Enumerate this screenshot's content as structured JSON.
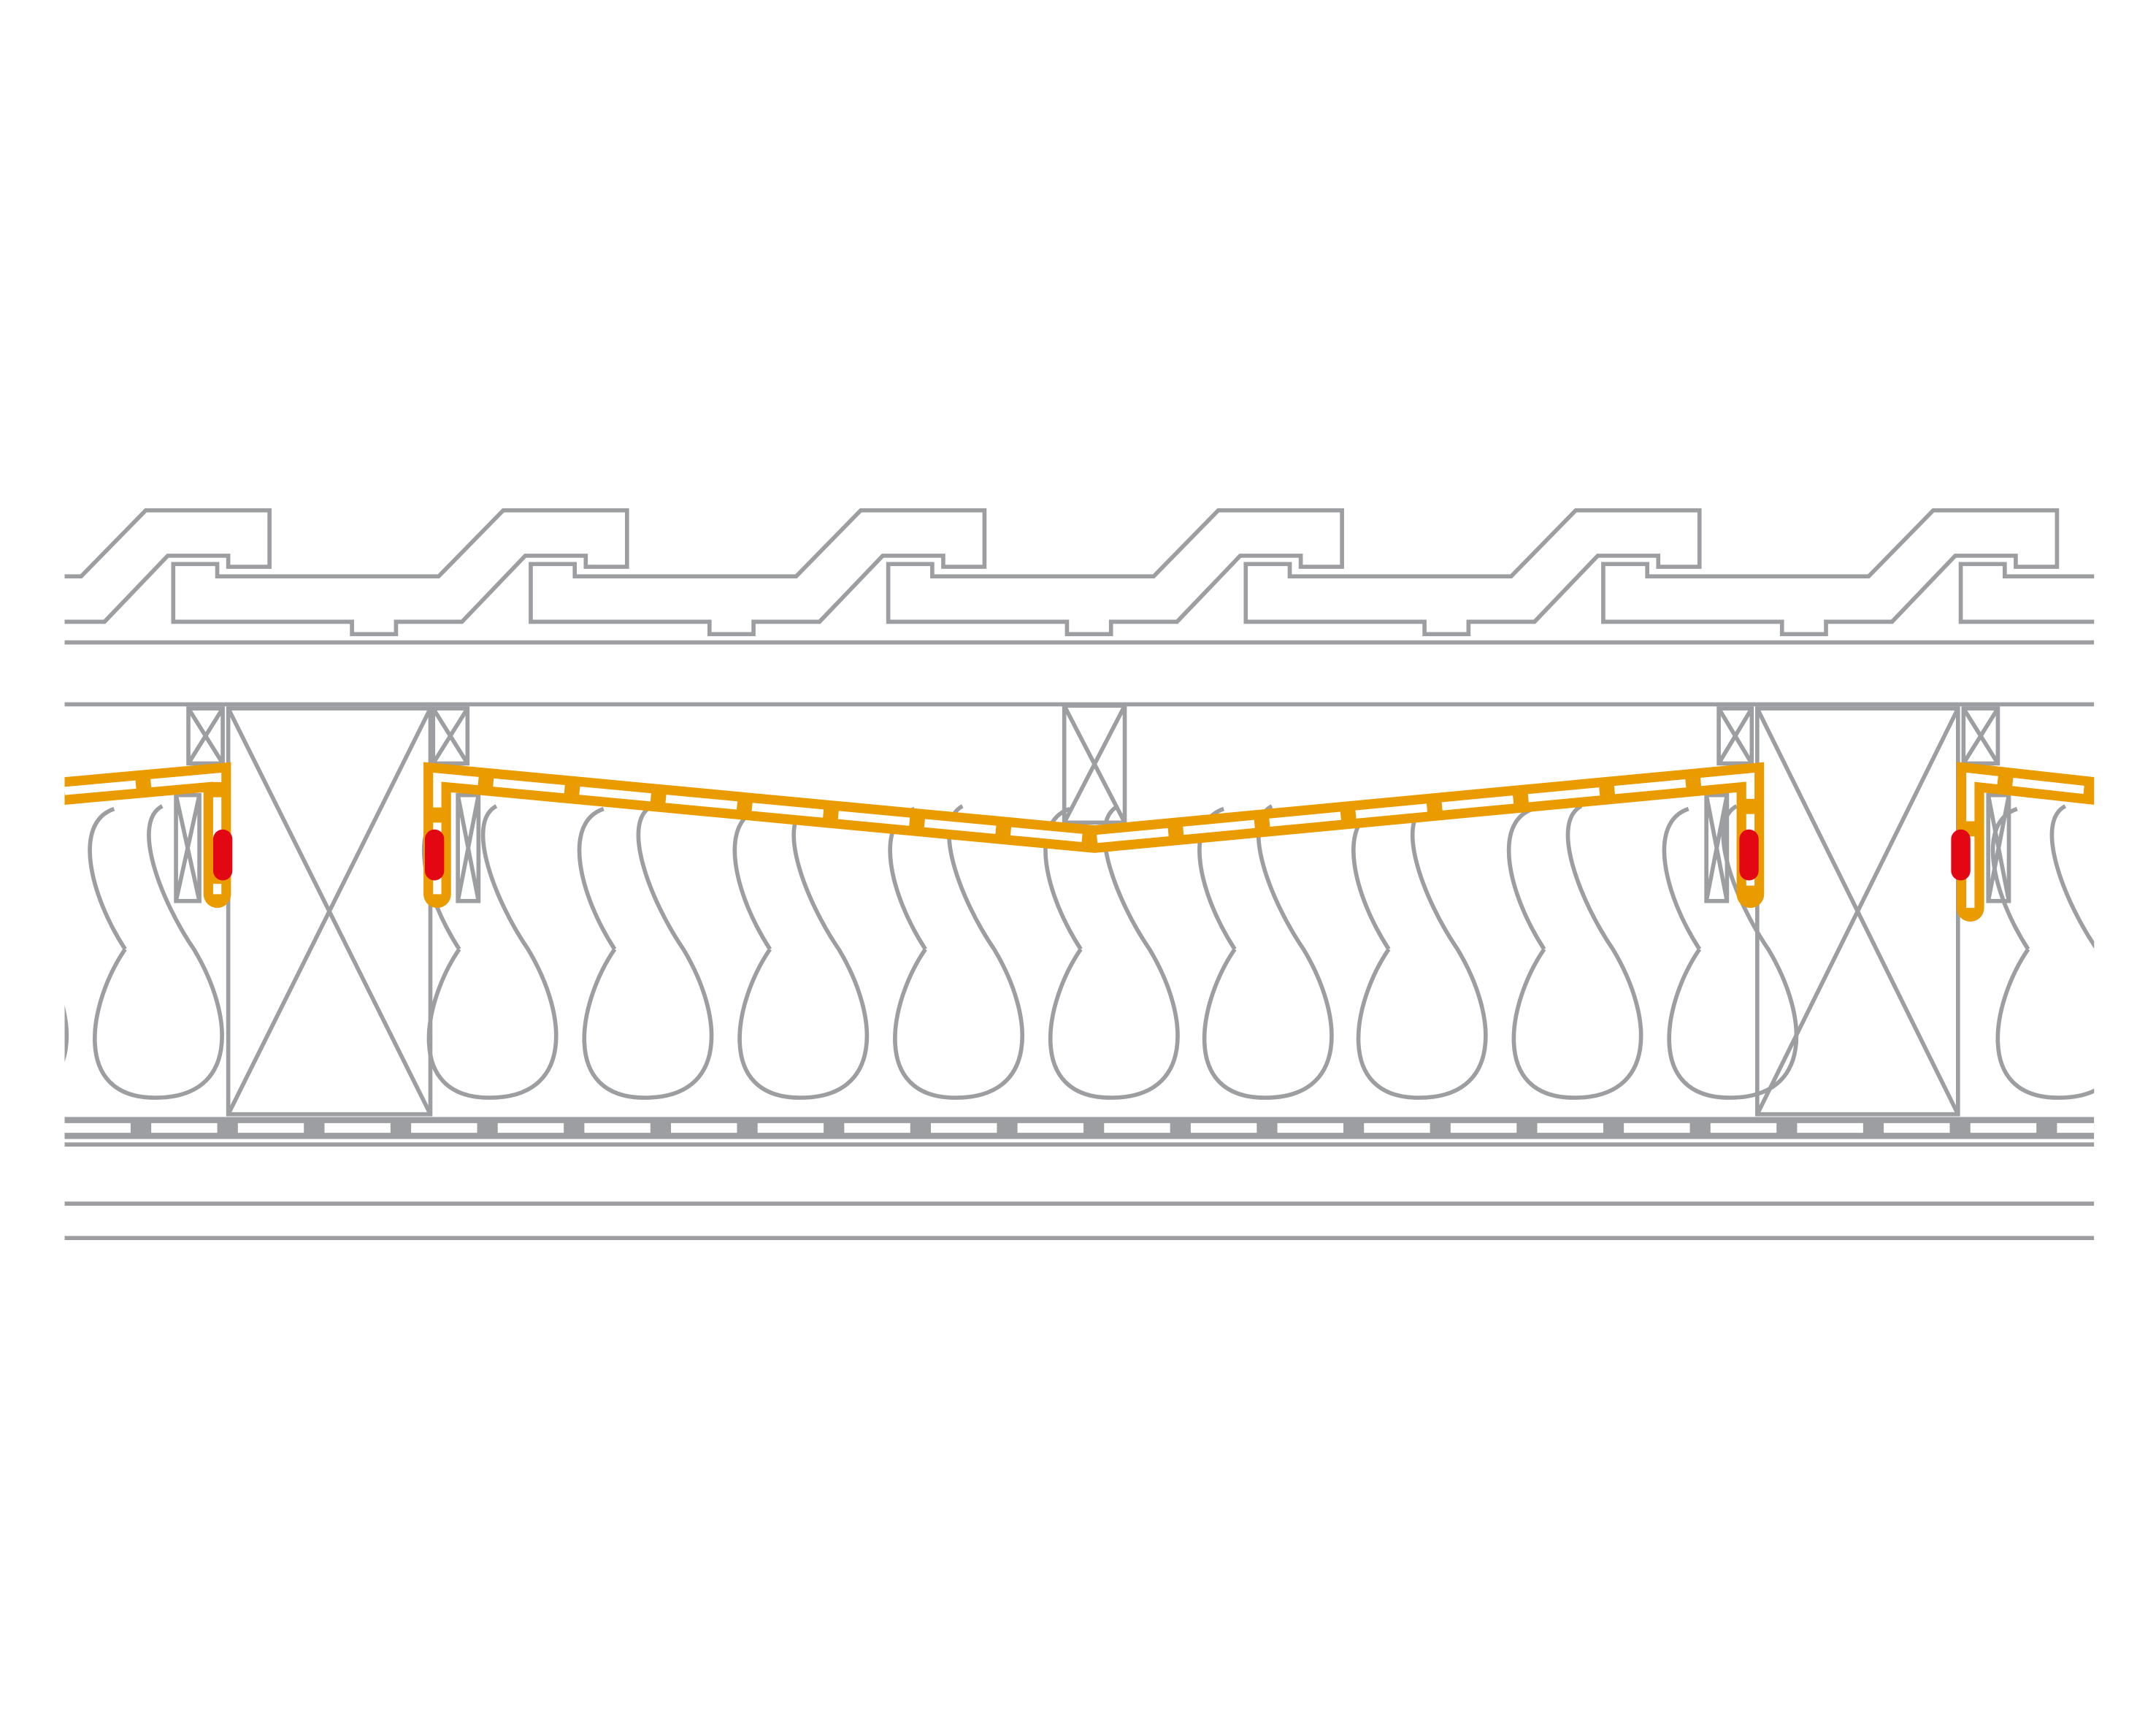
{
  "diagram": {
    "subject": "roof-section-with-vapour-membrane",
    "colors": {
      "background": "#ffffff",
      "line": "#9d9ea2",
      "membrane": "#e99b00",
      "membrane_dash": "#ffffff",
      "clip": "#e30613"
    },
    "tile_count": 6,
    "insulation_lobe_count": 13
  }
}
